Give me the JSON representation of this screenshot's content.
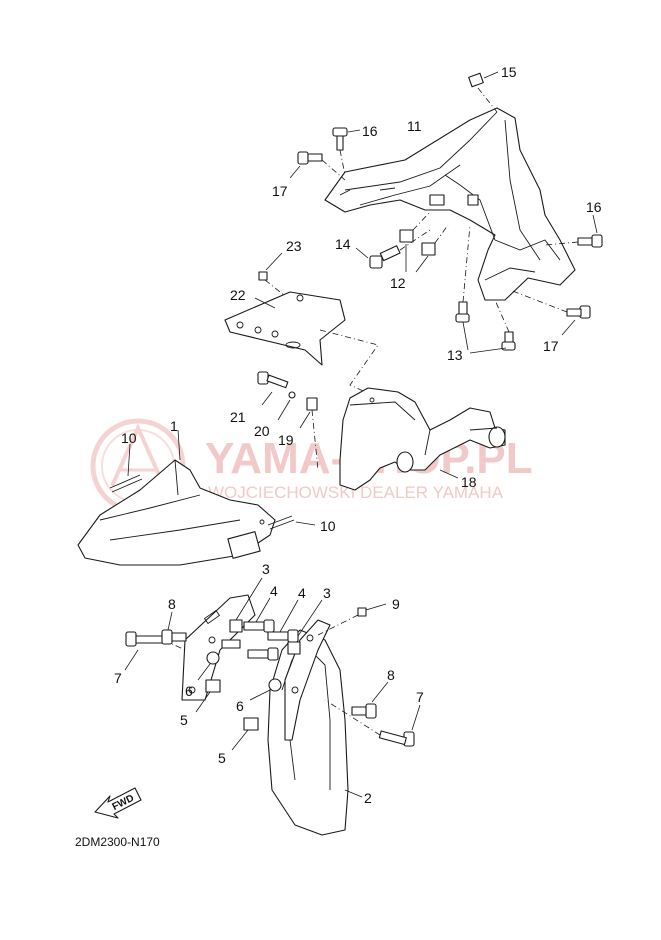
{
  "diagram": {
    "code": "2DM2300-N170",
    "fwd_label": "FWD",
    "watermark": {
      "title": "YAMA-SHOP.PL",
      "subtitle": "WOJCIECHOWSKI DEALER YAMAHA"
    },
    "callouts": {
      "c1": "1",
      "c2": "2",
      "c3a": "3",
      "c3b": "3",
      "c4a": "4",
      "c4b": "4",
      "c5a": "5",
      "c5b": "5",
      "c6a": "6",
      "c6b": "6",
      "c7a": "7",
      "c7b": "7",
      "c8a": "8",
      "c8b": "8",
      "c9": "9",
      "c10a": "10",
      "c10b": "10",
      "c11": "11",
      "c12": "12",
      "c13": "13",
      "c14": "14",
      "c15": "15",
      "c16a": "16",
      "c16b": "16",
      "c17a": "17",
      "c17b": "17",
      "c18": "18",
      "c19": "19",
      "c20": "20",
      "c21": "21",
      "c22": "22",
      "c23": "23"
    }
  }
}
